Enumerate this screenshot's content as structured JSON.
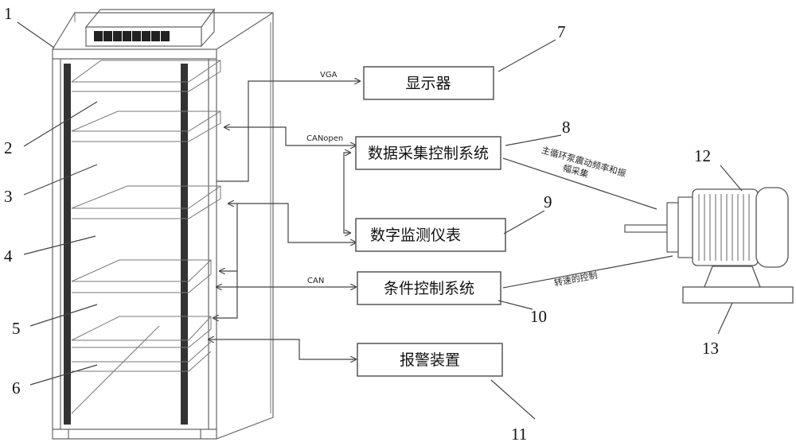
{
  "boxes": {
    "display": "显示器",
    "daq": "数据采集控制系统",
    "meter": "数字监测仪表",
    "condition": "条件控制系统",
    "alarm": "报警装置"
  },
  "links": {
    "vga": "VGA",
    "canopen": "CANopen",
    "can": "CAN"
  },
  "annotations": {
    "vibration_line1": "主循环泵震动频率和振",
    "vibration_line2": "幅采集",
    "speed_control": "转速的控制"
  },
  "numbers": [
    "1",
    "2",
    "3",
    "4",
    "5",
    "6",
    "7",
    "8",
    "9",
    "10",
    "11",
    "12",
    "13"
  ]
}
